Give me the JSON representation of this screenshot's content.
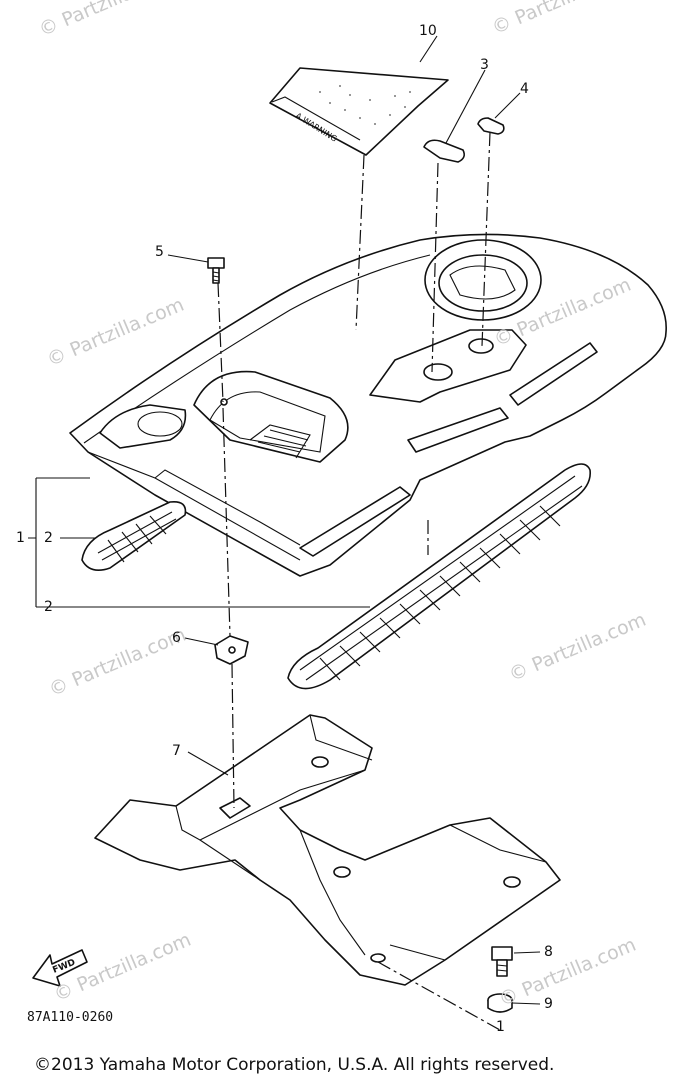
{
  "watermarks": [
    "© Partzilla.com",
    "© Partzilla.com",
    "© Partzilla.com",
    "© Partzilla.com",
    "© Partzilla.com",
    "© Partzilla.com",
    "© Partzilla.com",
    "© Partzilla.com"
  ],
  "decal_text": "A WARNING",
  "arrow_text": "FWD",
  "callouts": [
    "10",
    "3",
    "4",
    "5",
    "1",
    "2",
    "2",
    "6",
    "7",
    "8",
    "9",
    "1"
  ],
  "diagram_ref": "87A110-0260",
  "copyright": "©2013  Yamaha Motor Corporation, U.S.A. All rights reserved."
}
